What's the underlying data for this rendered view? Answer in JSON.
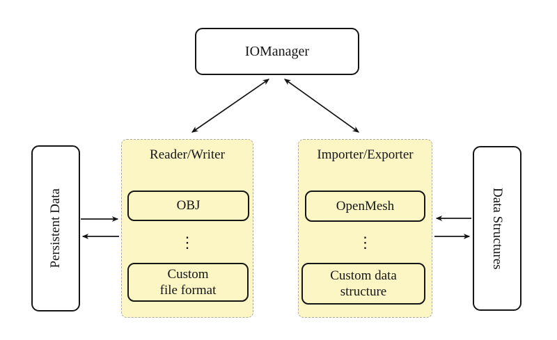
{
  "colors": {
    "background": "#ffffff",
    "panel_fill": "#fcf6c5",
    "panel_border": "#a9a9a9",
    "node_border": "#141414",
    "node_fill": "#ffffff",
    "arrow": "#141414"
  },
  "nodes": {
    "iomanager": {
      "label": "IOManager"
    },
    "persistent_data": {
      "label": "Persistent Data"
    },
    "data_structures": {
      "label": "Data Structures"
    }
  },
  "panels": {
    "reader_writer": {
      "title": "Reader/Writer",
      "items": [
        {
          "label": "OBJ",
          "lines": [
            "OBJ"
          ]
        },
        {
          "label": "Custom file format",
          "lines": [
            "Custom",
            "file format"
          ]
        }
      ],
      "ellipsis": "⋮"
    },
    "importer_exporter": {
      "title": "Importer/Exporter",
      "items": [
        {
          "label": "OpenMesh",
          "lines": [
            "OpenMesh"
          ]
        },
        {
          "label": "Custom data structure",
          "lines": [
            "Custom data",
            "structure"
          ]
        }
      ],
      "ellipsis": "⋮"
    }
  },
  "connections": [
    {
      "from": "IOManager",
      "to": "Reader/Writer",
      "direction": "bidirectional"
    },
    {
      "from": "IOManager",
      "to": "Importer/Exporter",
      "direction": "bidirectional"
    },
    {
      "from": "Persistent Data",
      "to": "Reader/Writer",
      "direction": "right"
    },
    {
      "from": "Reader/Writer",
      "to": "Persistent Data",
      "direction": "left"
    },
    {
      "from": "Data Structures",
      "to": "Importer/Exporter",
      "direction": "left"
    },
    {
      "from": "Importer/Exporter",
      "to": "Data Structures",
      "direction": "right"
    }
  ]
}
